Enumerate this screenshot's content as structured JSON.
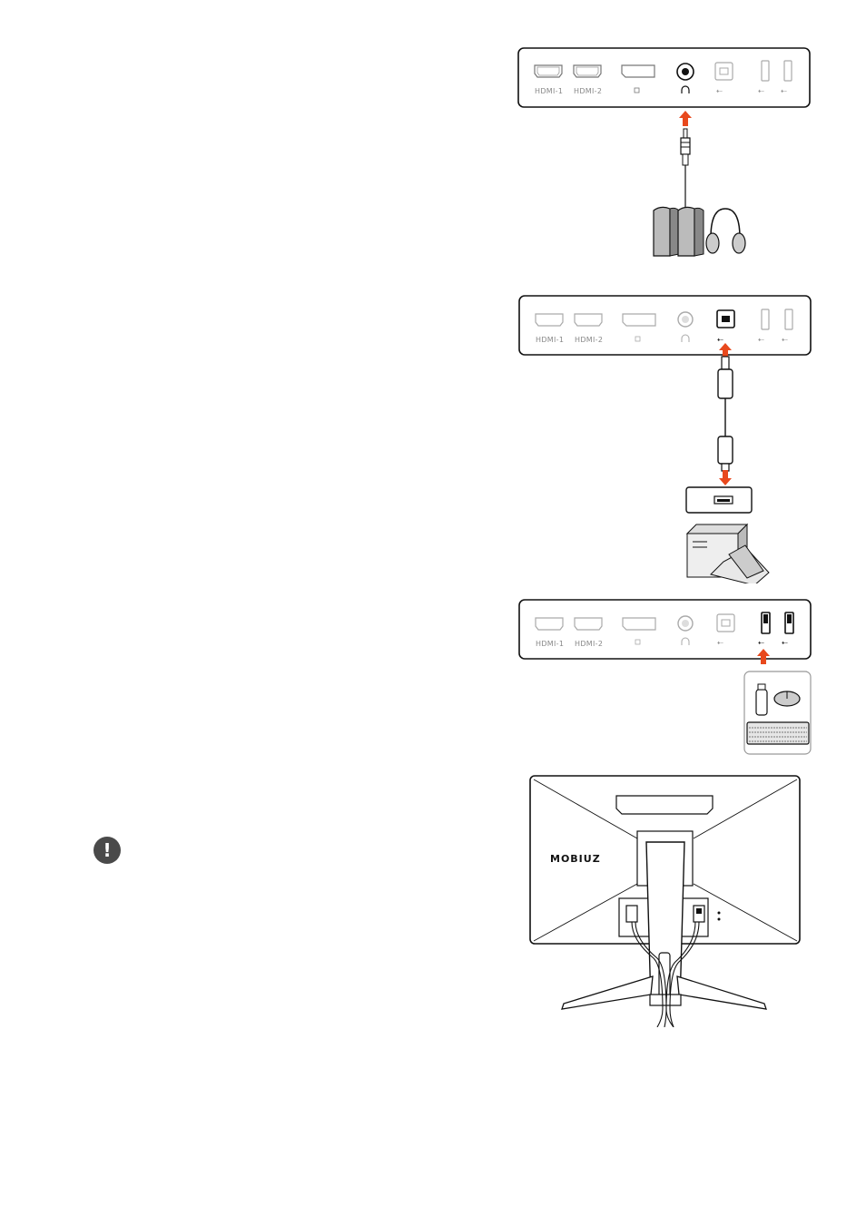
{
  "ports": {
    "hdmi1": "HDMI-1",
    "hdmi2": "HDMI-2",
    "dp_symbol": "DP",
    "headphone_symbol": "headphone-jack",
    "usb_up_symbol": "usb-upstream",
    "usb_down_symbol": "usb-downstream"
  },
  "figures": [
    {
      "name": "headphone-connection",
      "active_port": "headphone",
      "device": "speakers-headphones"
    },
    {
      "name": "usb-upstream-connection",
      "active_port": "usb-upstream",
      "device": "pc-laptop"
    },
    {
      "name": "usb-downstream-connection",
      "active_port": "usb-downstream",
      "device": "usb-peripherals"
    },
    {
      "name": "monitor-rear-cable-routing",
      "active_port": "",
      "device": "monitor-back"
    }
  ],
  "note": {
    "icon": "exclamation-note-icon",
    "glyph": "!"
  },
  "monitor": {
    "logo": "MOBIUZ"
  },
  "colors": {
    "arrow": "#e8491d",
    "line": "#111111",
    "inactive": "#9a9a9a"
  }
}
